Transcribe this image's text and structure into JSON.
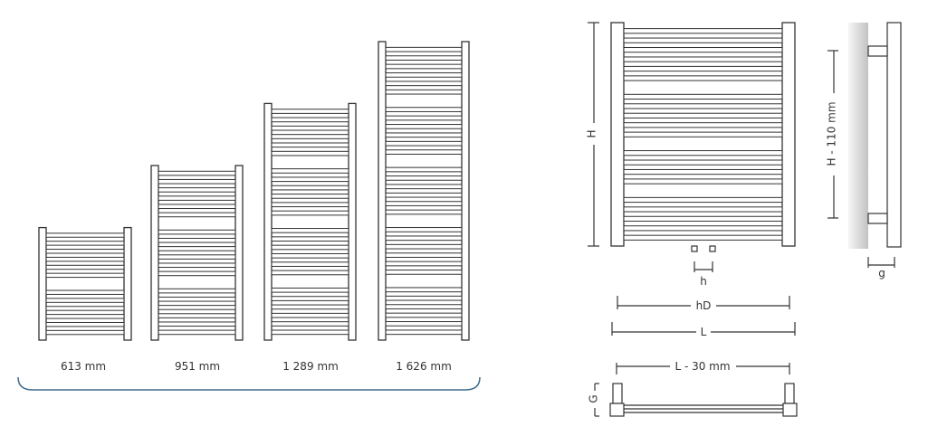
{
  "colors": {
    "line": "#333333",
    "brace": "#3d6b8a",
    "wall_light": "#f4f4f4",
    "wall_dark": "#c4c4c4"
  },
  "sizes": [
    {
      "label": "613 mm",
      "height_mm": 613
    },
    {
      "label": "951 mm",
      "height_mm": 951
    },
    {
      "label": "1 289 mm",
      "height_mm": 1289
    },
    {
      "label": "1 626 mm",
      "height_mm": 1626
    }
  ],
  "dimensions": {
    "front_height": "H",
    "pipe_spacing": "h",
    "hole_distance": "hD",
    "width": "L",
    "side_height": "H - 110 mm",
    "wall_gap": "g",
    "top_width": "L - 30 mm",
    "depth": "G"
  }
}
